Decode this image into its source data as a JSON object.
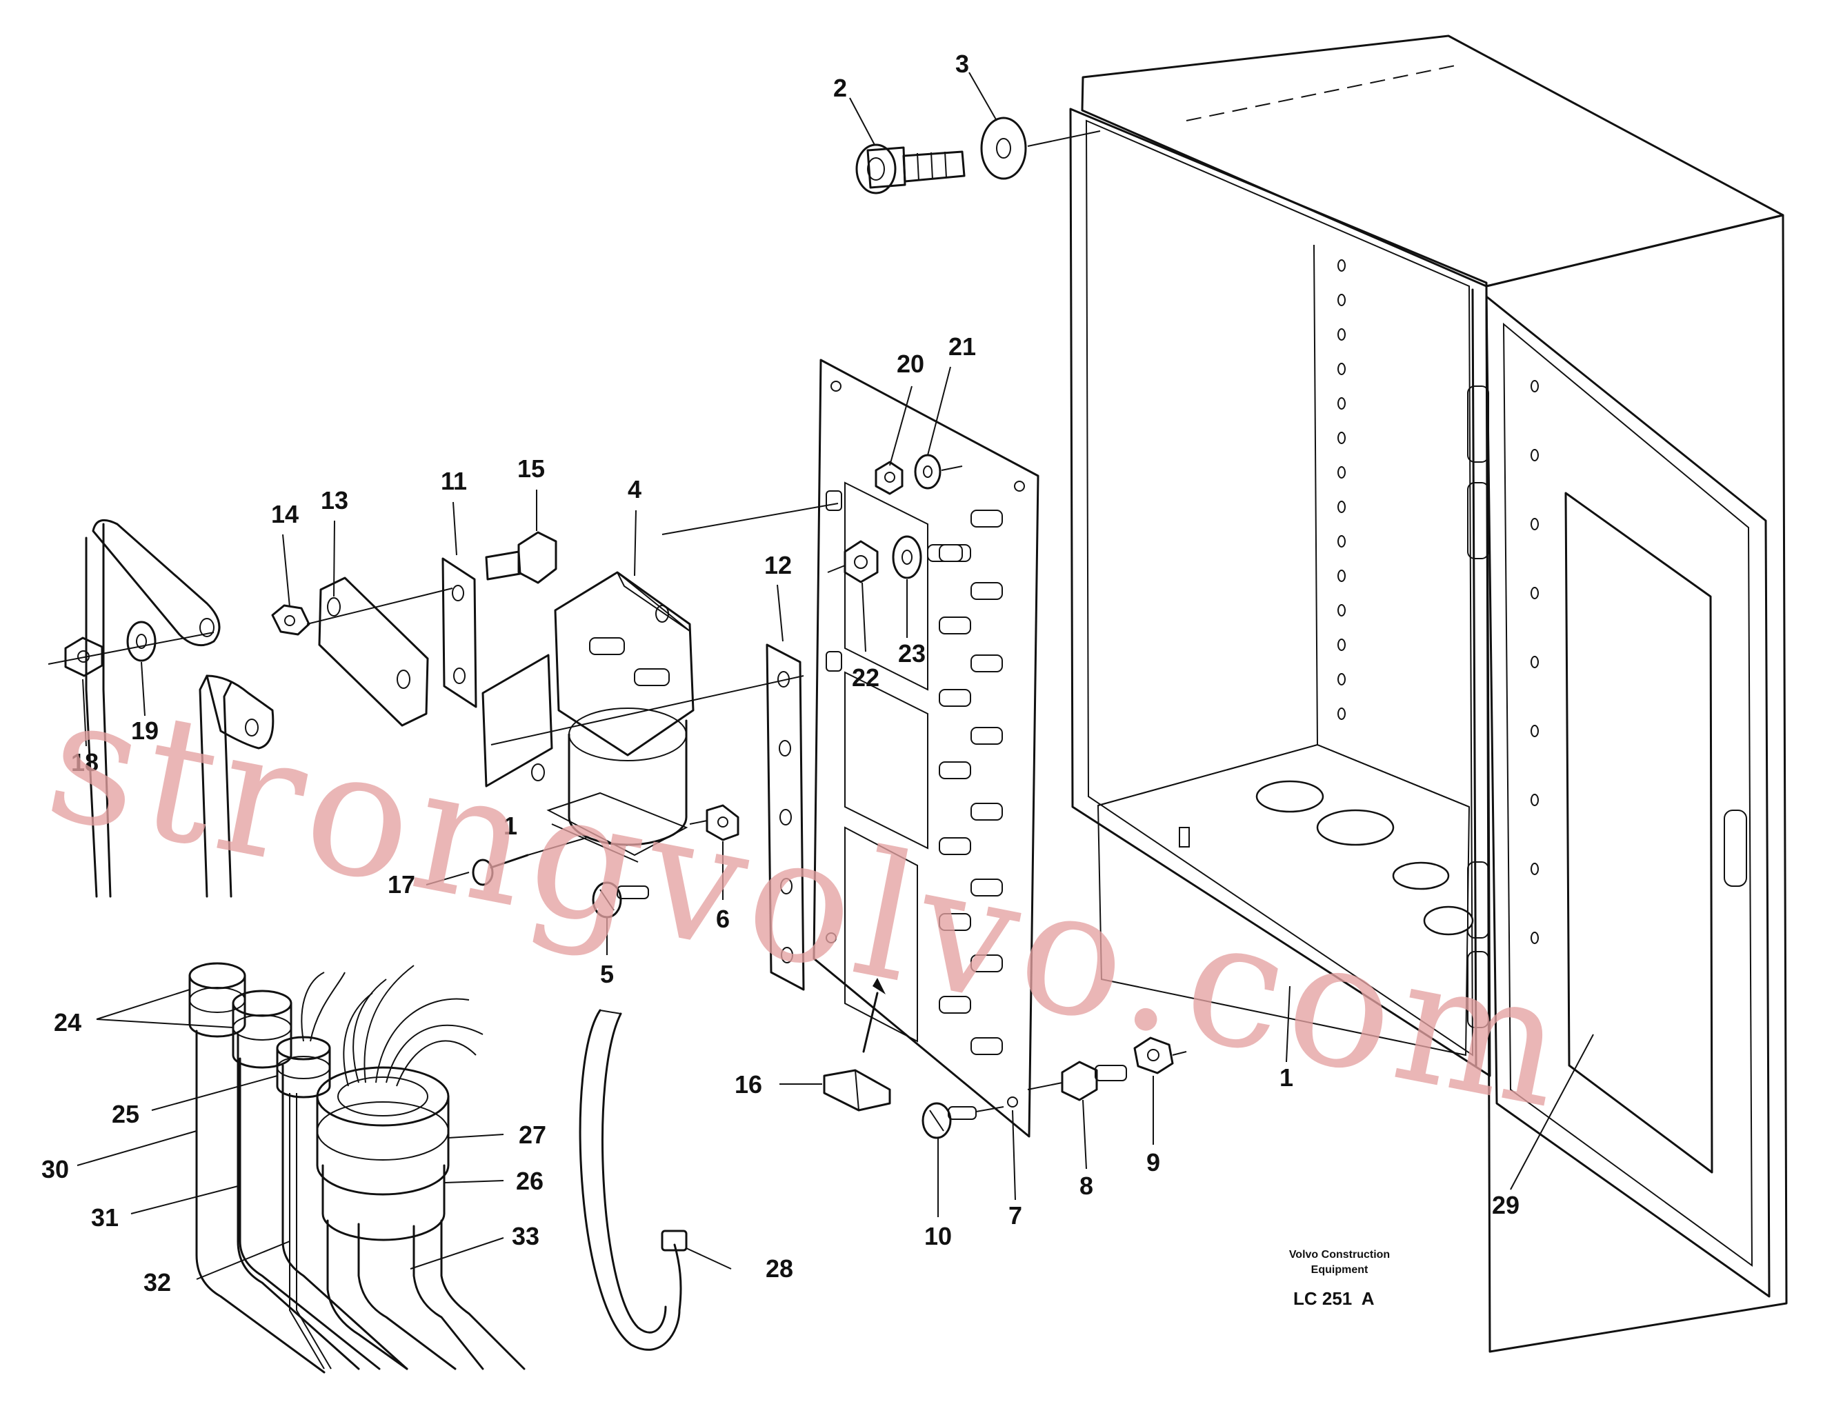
{
  "callouts": [
    {
      "id": "c2",
      "text": "2"
    },
    {
      "id": "c3",
      "text": "3"
    },
    {
      "id": "c20",
      "text": "20"
    },
    {
      "id": "c21",
      "text": "21"
    },
    {
      "id": "c14",
      "text": "14"
    },
    {
      "id": "c13",
      "text": "13"
    },
    {
      "id": "c11",
      "text": "11"
    },
    {
      "id": "c15",
      "text": "15"
    },
    {
      "id": "c4",
      "text": "4"
    },
    {
      "id": "c12",
      "text": "12"
    },
    {
      "id": "c22",
      "text": "22"
    },
    {
      "id": "c23",
      "text": "23"
    },
    {
      "id": "c18",
      "text": "18"
    },
    {
      "id": "c19",
      "text": "19"
    },
    {
      "id": "c1a",
      "text": "1"
    },
    {
      "id": "c17",
      "text": "17"
    },
    {
      "id": "c5",
      "text": "5"
    },
    {
      "id": "c6",
      "text": "6"
    },
    {
      "id": "c24",
      "text": "24"
    },
    {
      "id": "c25",
      "text": "25"
    },
    {
      "id": "c30",
      "text": "30"
    },
    {
      "id": "c31",
      "text": "31"
    },
    {
      "id": "c32",
      "text": "32"
    },
    {
      "id": "c27",
      "text": "27"
    },
    {
      "id": "c26",
      "text": "26"
    },
    {
      "id": "c33",
      "text": "33"
    },
    {
      "id": "c28",
      "text": "28"
    },
    {
      "id": "c16",
      "text": "16"
    },
    {
      "id": "c10",
      "text": "10"
    },
    {
      "id": "c7",
      "text": "7"
    },
    {
      "id": "c8",
      "text": "8"
    },
    {
      "id": "c9",
      "text": "9"
    },
    {
      "id": "c1b",
      "text": "1"
    },
    {
      "id": "c29",
      "text": "29"
    }
  ],
  "credit": {
    "line1": "Volvo Construction",
    "line2": "Equipment"
  },
  "drawing_code": "LC 251  A",
  "watermark": "strongvolvo.com",
  "colors": {
    "line": "#111111",
    "watermark": "#e4a2a2",
    "background": "#ffffff"
  }
}
